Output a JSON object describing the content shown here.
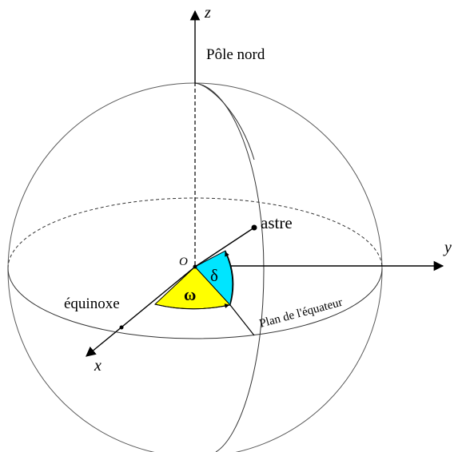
{
  "labels": {
    "z_axis": "z",
    "y_axis": "y",
    "x_axis": "x",
    "pole": "Pôle nord",
    "origin": "O",
    "star": "astre",
    "equinox": "équinoxe",
    "omega": "ω",
    "delta": "δ",
    "equator_plane": "Plan de l'équateur"
  },
  "colors": {
    "line": "#000000",
    "sphere": "#5a5a5a",
    "omega_fill": "#ffff00",
    "delta_fill": "#00e5ff",
    "background": "#ffffff"
  }
}
